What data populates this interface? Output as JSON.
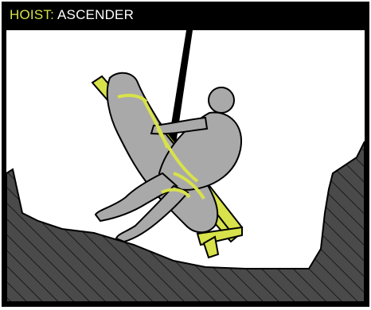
{
  "header": {
    "category": "HOIST",
    "separator": ":",
    "name": "ASCENDER"
  },
  "colors": {
    "accent": "#d8e24a",
    "figure": "#a9a9a9",
    "rock": "#4a4a4a",
    "background": "#ffffff",
    "outline": "#000000"
  },
  "illustration": {
    "subject": "rescuer-on-litter",
    "elements": [
      "rock-wall",
      "rope",
      "litter-stretcher",
      "patient",
      "rescuer",
      "harness-straps"
    ]
  }
}
